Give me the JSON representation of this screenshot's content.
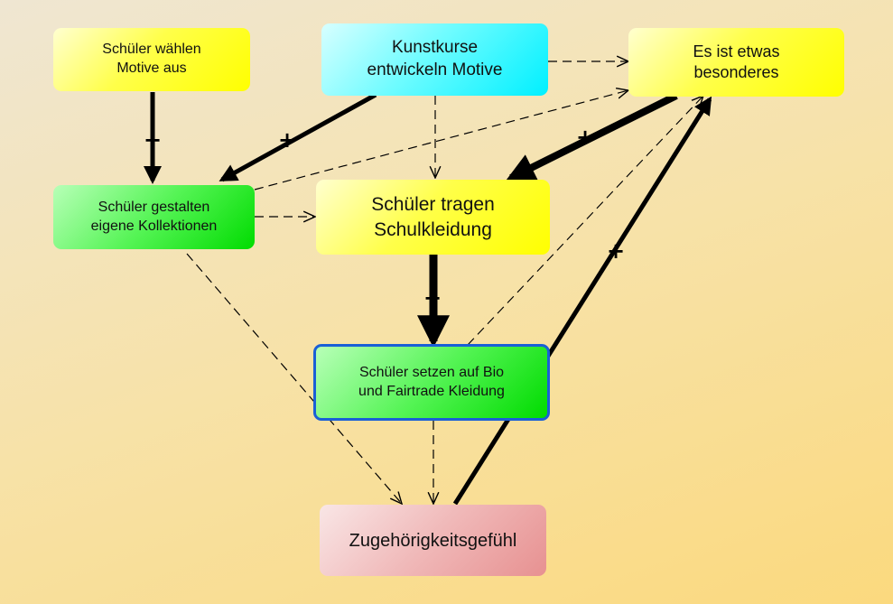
{
  "nodes": {
    "motive_waehlen": "Schüler wählen\nMotive aus",
    "kunstkurse": "Kunstkurse\nentwickeln Motive",
    "besonderes": "Es ist etwas\nbesonderes",
    "kollektionen": "Schüler gestalten\neigene Kollektionen",
    "schulkleidung": "Schüler tragen\nSchulkleidung",
    "bio_fairtrade": "Schüler setzen auf Bio\nund Fairtrade Kleidung",
    "zugehoerigkeit": "Zugehörigkeitsgefühl"
  },
  "edge_signs": {
    "motive_to_kollektionen": "+",
    "kunstkurse_to_kollektionen": "+",
    "besonderes_to_schulkleidung": "+",
    "schulkleidung_to_bio": "+",
    "zugehoerigkeit_to_besonderes": "+"
  },
  "colors": {
    "yellow": "#ffff00",
    "cyan": "#00f0ff",
    "green": "#00dc00",
    "pink": "#e79191",
    "highlight_border": "#1a5fd6"
  }
}
